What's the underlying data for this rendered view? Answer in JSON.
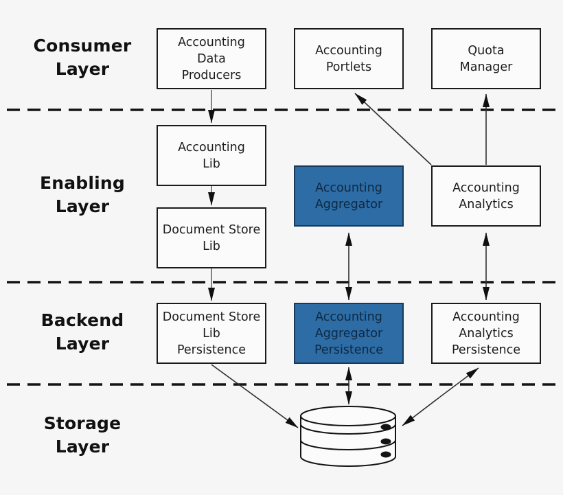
{
  "diagram": {
    "type": "layered-architecture",
    "layers": {
      "consumer": {
        "label": "Consumer\nLayer"
      },
      "enabling": {
        "label": "Enabling\nLayer"
      },
      "backend": {
        "label": "Backend\nLayer"
      },
      "storage": {
        "label": "Storage\nLayer"
      }
    },
    "nodes": {
      "accounting_data_producers": {
        "label": "Accounting\nData\nProducers",
        "layer": "consumer",
        "highlighted": false
      },
      "accounting_portlets": {
        "label": "Accounting\nPortlets",
        "layer": "consumer",
        "highlighted": false
      },
      "quota_manager": {
        "label": "Quota\nManager",
        "layer": "consumer",
        "highlighted": false
      },
      "accounting_lib": {
        "label": "Accounting\nLib",
        "layer": "enabling",
        "highlighted": false
      },
      "document_store_lib": {
        "label": "Document Store\nLib",
        "layer": "enabling",
        "highlighted": false
      },
      "accounting_aggregator": {
        "label": "Accounting\nAggregator",
        "layer": "enabling",
        "highlighted": true
      },
      "accounting_analytics": {
        "label": "Accounting\nAnalytics",
        "layer": "enabling",
        "highlighted": false
      },
      "document_store_lib_persistence": {
        "label": "Document Store\nLib\nPersistence",
        "layer": "backend",
        "highlighted": false
      },
      "accounting_aggregator_persistence": {
        "label": "Accounting\nAggregator\nPersistence",
        "layer": "backend",
        "highlighted": true
      },
      "accounting_analytics_persistence": {
        "label": "Accounting\nAnalytics\nPersistence",
        "layer": "backend",
        "highlighted": false
      },
      "storage_database": {
        "label": "",
        "layer": "storage",
        "icon": "database-icon",
        "highlighted": false
      }
    },
    "edges": [
      {
        "from": "accounting_data_producers",
        "to": "accounting_lib",
        "direction": "one-way"
      },
      {
        "from": "accounting_lib",
        "to": "document_store_lib",
        "direction": "one-way"
      },
      {
        "from": "document_store_lib",
        "to": "document_store_lib_persistence",
        "direction": "one-way"
      },
      {
        "from": "document_store_lib_persistence",
        "to": "storage_database",
        "direction": "one-way"
      },
      {
        "from": "accounting_aggregator",
        "to": "accounting_aggregator_persistence",
        "direction": "two-way"
      },
      {
        "from": "accounting_aggregator_persistence",
        "to": "storage_database",
        "direction": "two-way"
      },
      {
        "from": "accounting_analytics",
        "to": "accounting_analytics_persistence",
        "direction": "two-way"
      },
      {
        "from": "accounting_analytics_persistence",
        "to": "storage_database",
        "direction": "two-way"
      },
      {
        "from": "accounting_analytics",
        "to": "accounting_portlets",
        "direction": "one-way"
      },
      {
        "from": "accounting_analytics",
        "to": "quota_manager",
        "direction": "one-way"
      }
    ],
    "colors": {
      "background": "#f6f6f6",
      "box_fill": "#fbfbfb",
      "box_border": "#1a1a1a",
      "box_text": "#1b1b1b",
      "highlight_fill": "#2d6ca4",
      "highlight_border": "#16395c",
      "highlight_text": "#0d2843",
      "line_gray": "#6e6e6e",
      "line_dark": "#2f2f2f",
      "separator": "#141414"
    }
  }
}
